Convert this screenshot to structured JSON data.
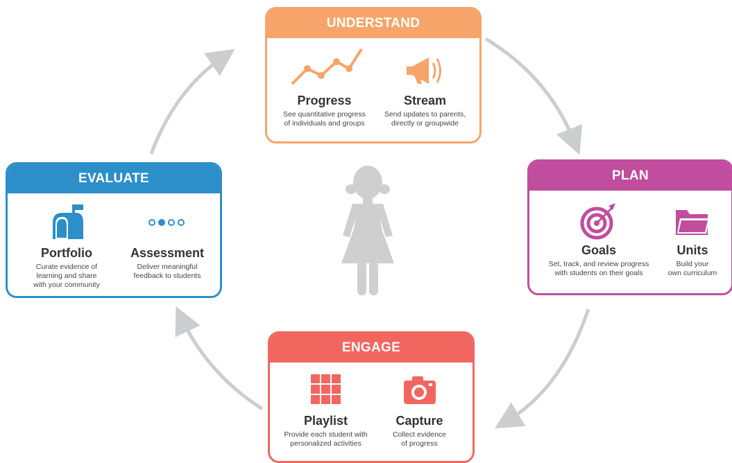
{
  "colors": {
    "understand": "#F7A46A",
    "plan": "#C04D9D",
    "engage": "#F26660",
    "evaluate": "#2C8FC9",
    "arrow": "#CCCDCE",
    "figure": "#CFCFD0"
  },
  "understand": {
    "title": "UNDERSTAND",
    "items": [
      {
        "icon": "line-chart-icon",
        "label": "Progress",
        "desc": "See quantitative progress\nof individuals and groups"
      },
      {
        "icon": "megaphone-icon",
        "label": "Stream",
        "desc": "Send updates to parents,\ndirectly or groupwide"
      }
    ]
  },
  "plan": {
    "title": "PLAN",
    "items": [
      {
        "icon": "target-icon",
        "label": "Goals",
        "desc": "Set, track, and review progress\nwith students on their goals"
      },
      {
        "icon": "folder-icon",
        "label": "Units",
        "desc": "Build your\nown curriculum"
      }
    ]
  },
  "engage": {
    "title": "ENGAGE",
    "items": [
      {
        "icon": "grid-icon",
        "label": "Playlist",
        "desc": "Provide each student with\npersonalized activities"
      },
      {
        "icon": "camera-icon",
        "label": "Capture",
        "desc": "Collect evidence\nof progress"
      }
    ]
  },
  "evaluate": {
    "title": "EVALUATE",
    "items": [
      {
        "icon": "mailbox-icon",
        "label": "Portfolio",
        "desc": "Curate evidence of\nlearning and share\nwith your community"
      },
      {
        "icon": "dots-icon",
        "label": "Assessment",
        "desc": "Deliver meaningful\nfeedback to students"
      }
    ]
  }
}
